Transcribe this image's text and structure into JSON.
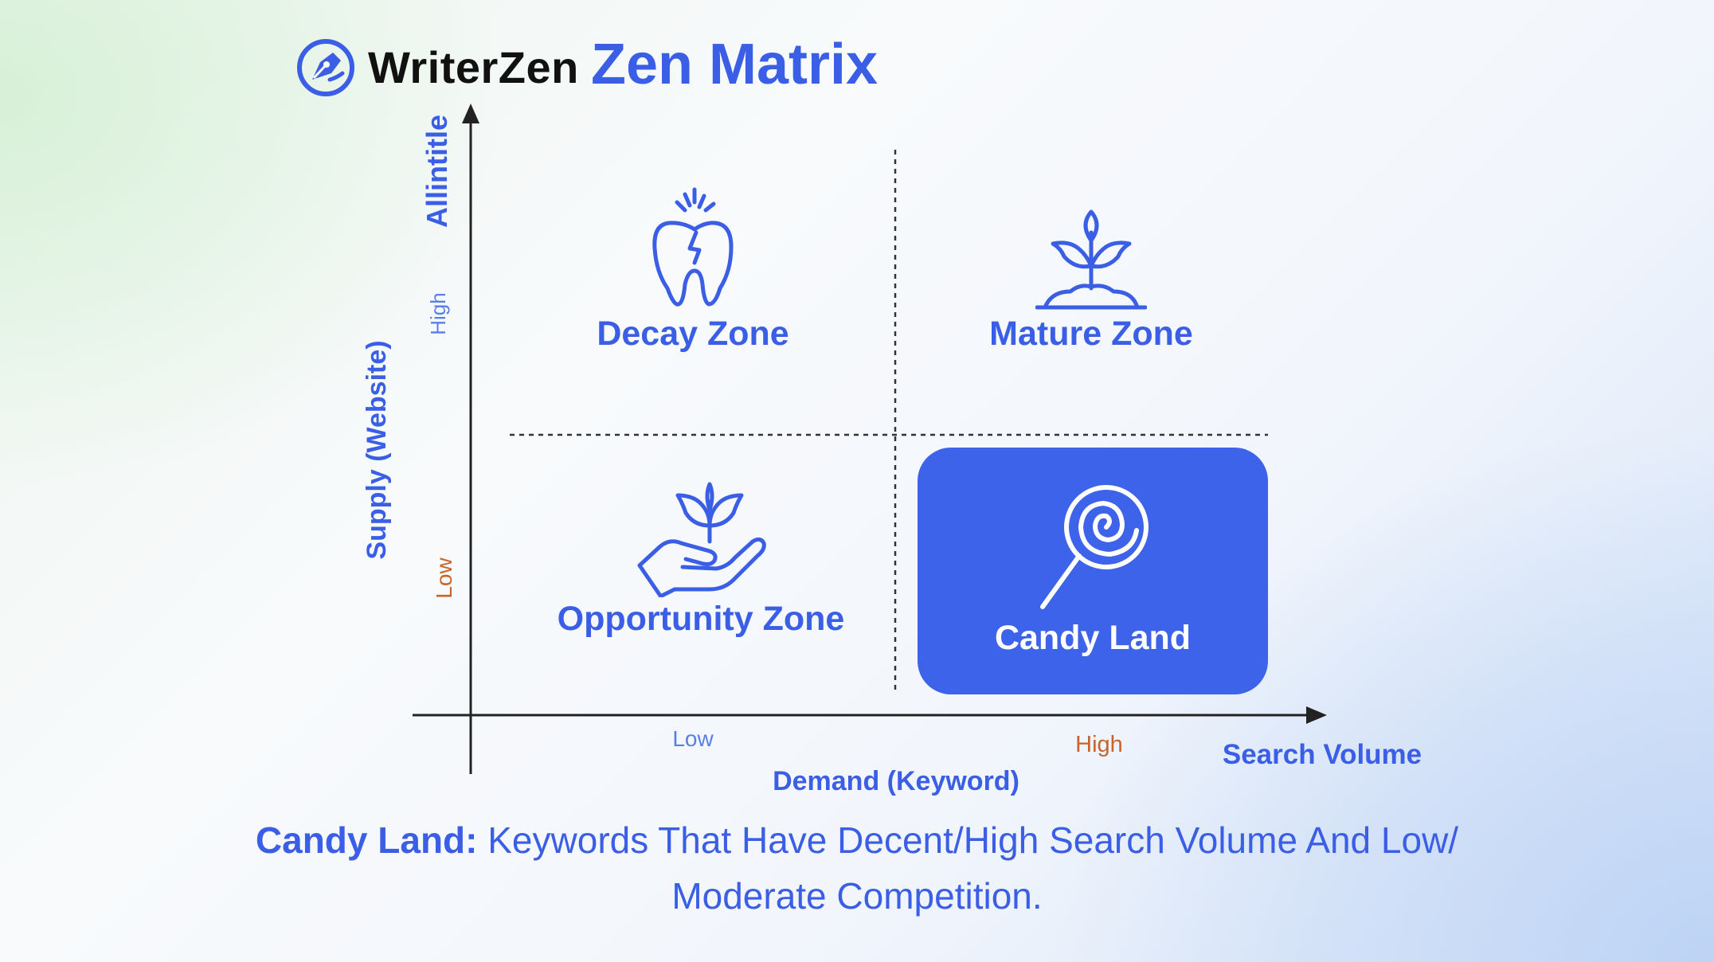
{
  "header": {
    "brand_name": "WriterZen",
    "title": "Zen Matrix"
  },
  "axes": {
    "y_top_label": "Allintitle",
    "y_label": "Supply (Website)",
    "y_tick_high": "High",
    "y_tick_low": "Low",
    "x_tick_low": "Low",
    "x_tick_high": "High",
    "x_label": "Demand (Keyword)",
    "x_end_label": "Search Volume"
  },
  "zones": {
    "decay": {
      "label": "Decay Zone",
      "icon": "broken-tooth-icon"
    },
    "mature": {
      "label": "Mature Zone",
      "icon": "grown-plant-icon"
    },
    "opportunity": {
      "label": "Opportunity Zone",
      "icon": "hand-sprout-icon"
    },
    "candy": {
      "label": "Candy Land",
      "icon": "lollipop-icon",
      "highlighted": true
    }
  },
  "caption": {
    "term": "Candy Land:",
    "text": " Keywords That Have Decent/High Search Volume And Low/ Moderate Competition."
  },
  "colors": {
    "accent": "#3b5ee6",
    "highlight_fill": "#3d63ea",
    "tick_low_orange": "#c8642a"
  }
}
